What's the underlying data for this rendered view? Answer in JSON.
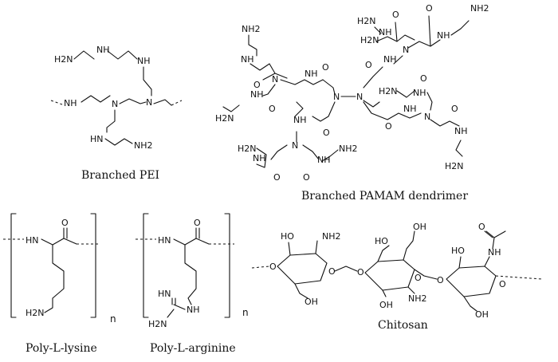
{
  "captions": {
    "pei": "Branched PEI",
    "pamam": "Branched PAMAM   dendrimer",
    "lysine": "Poly-L-lysine",
    "arginine": "Poly-L-arginine",
    "chitosan": "Chitosan"
  },
  "atoms": {
    "NH2": "NH2",
    "H2N": "H2N",
    "NH": "NH",
    "HN": "HN",
    "N": "N",
    "O": "O",
    "OH": "OH",
    "HO": "HO"
  },
  "repeat_unit": "n"
}
